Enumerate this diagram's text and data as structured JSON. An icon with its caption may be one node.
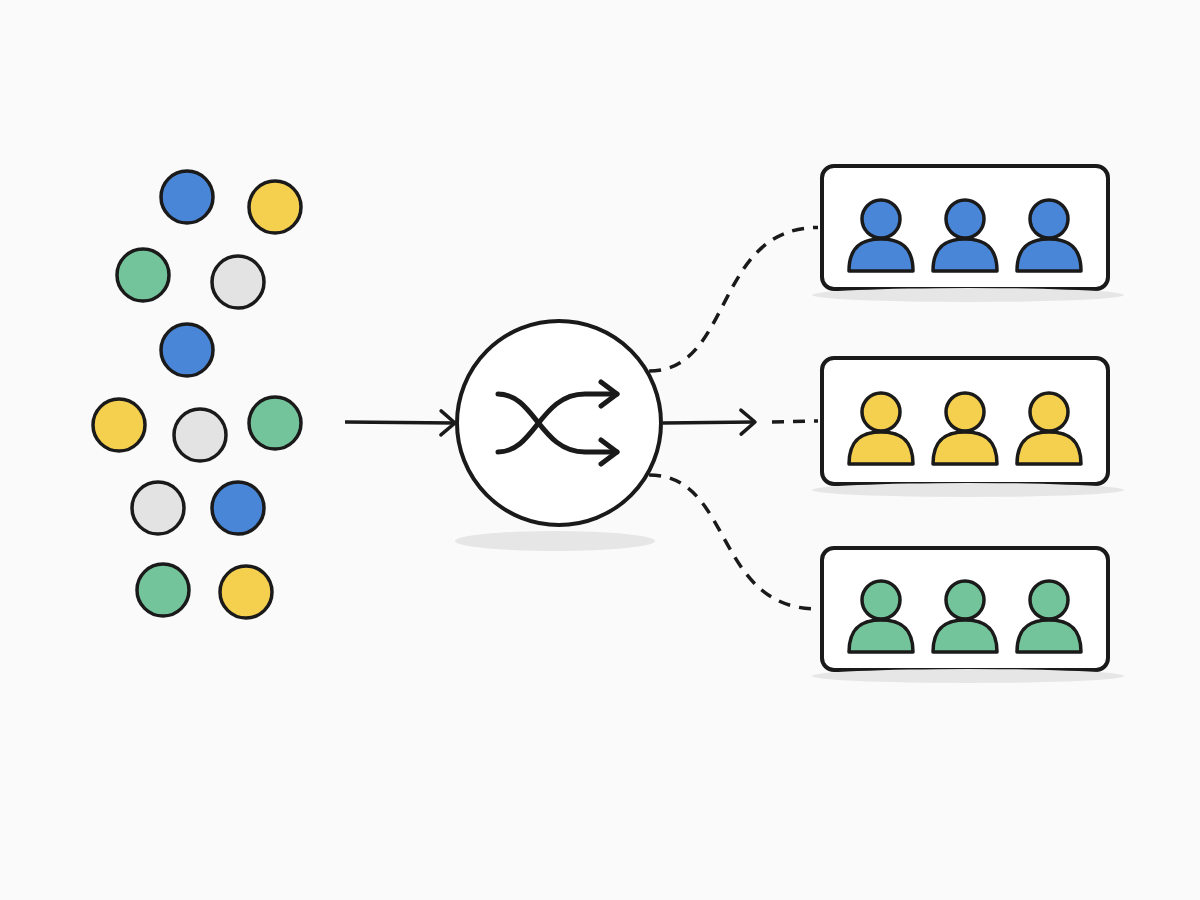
{
  "diagram": {
    "nodes": [
      {
        "text": [],
        "shape": "circle"
      },
      {
        "text": [],
        "shape": "box"
      },
      {
        "text": [],
        "shape": "box"
      },
      {
        "text": [],
        "shape": "box"
      }
    ],
    "edges": [
      {
        "from": null,
        "to": 0,
        "arrow": "to"
      },
      {
        "from": 0,
        "to": 1,
        "arrow": "none",
        "style": "dashed"
      },
      {
        "from": 0,
        "to": null,
        "arrow": "to"
      },
      {
        "from": null,
        "to": 2,
        "arrow": "none",
        "style": "dashed"
      },
      {
        "from": 0,
        "to": 3,
        "arrow": "none",
        "style": "dashed"
      }
    ]
  }
}
